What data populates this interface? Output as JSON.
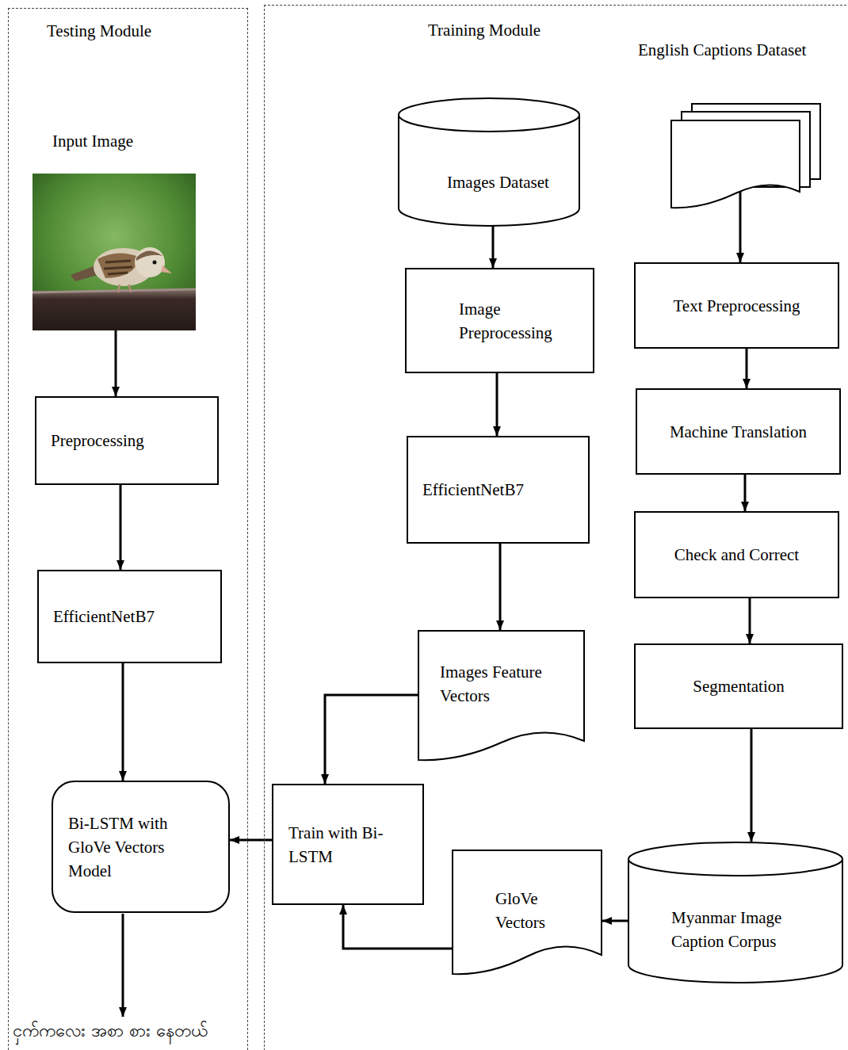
{
  "diagram": {
    "nodes": [
      {
        "text": [
          "Testing Module"
        ]
      },
      {
        "text": [
          "Input Image"
        ],
        "in": 0
      },
      {
        "text": [
          "Preprocessing"
        ],
        "in": 0
      },
      {
        "text": [
          "EfficientNetB7"
        ],
        "in": 0
      },
      {
        "text": [
          "Bi-LSTM with GloVe Vectors Model"
        ],
        "in": 0
      },
      {
        "text": [
          "Training Module"
        ]
      },
      {
        "text": [
          "English Captions Dataset"
        ],
        "in": 5
      },
      {
        "text": [
          "Images Dataset"
        ],
        "in": 5
      },
      {
        "text": [
          "Image Preprocessing"
        ],
        "in": 5
      },
      {
        "text": [
          "Text Preprocessing"
        ],
        "in": 5
      },
      {
        "text": [
          "Machine Translation"
        ],
        "in": 5
      },
      {
        "text": [
          "EfficientNetB7"
        ],
        "in": 5
      },
      {
        "text": [
          "Check and Correct"
        ],
        "in": 5
      },
      {
        "text": [
          "Images Feature Vectors"
        ],
        "in": 5
      },
      {
        "text": [
          "Segmentation"
        ],
        "in": 5
      },
      {
        "text": [
          "Train with Bi-LSTM"
        ],
        "in": 5
      },
      {
        "text": [
          "GloVe Vectors"
        ],
        "in": 5
      },
      {
        "text": [
          "Myanmar Image Caption Corpus"
        ],
        "in": 5
      }
    ],
    "edges": [
      {
        "from": 1,
        "to": 2,
        "arrow": "to"
      },
      {
        "from": 2,
        "to": 3,
        "arrow": "to"
      },
      {
        "from": 3,
        "to": 4,
        "arrow": "to"
      },
      {
        "from": 7,
        "to": 8,
        "arrow": "to"
      },
      {
        "from": 8,
        "to": 11,
        "arrow": "to"
      },
      {
        "from": 11,
        "to": 13,
        "arrow": "to"
      },
      {
        "from": 13,
        "to": 15,
        "arrow": "to"
      },
      {
        "from": 15,
        "to": 4,
        "arrow": "to"
      },
      {
        "from": 6,
        "to": 9,
        "arrow": "to"
      },
      {
        "from": 9,
        "to": 10,
        "arrow": "to"
      },
      {
        "from": 10,
        "to": 12,
        "arrow": "to"
      },
      {
        "from": 12,
        "to": 14,
        "arrow": "to"
      },
      {
        "from": 14,
        "to": 17,
        "arrow": "to"
      },
      {
        "from": 17,
        "to": 16,
        "arrow": "to"
      },
      {
        "from": 16,
        "to": 15,
        "arrow": "to"
      }
    ],
    "labels": [
      "ငှက်ကလေး အစာ စား နေတယ်"
    ]
  }
}
